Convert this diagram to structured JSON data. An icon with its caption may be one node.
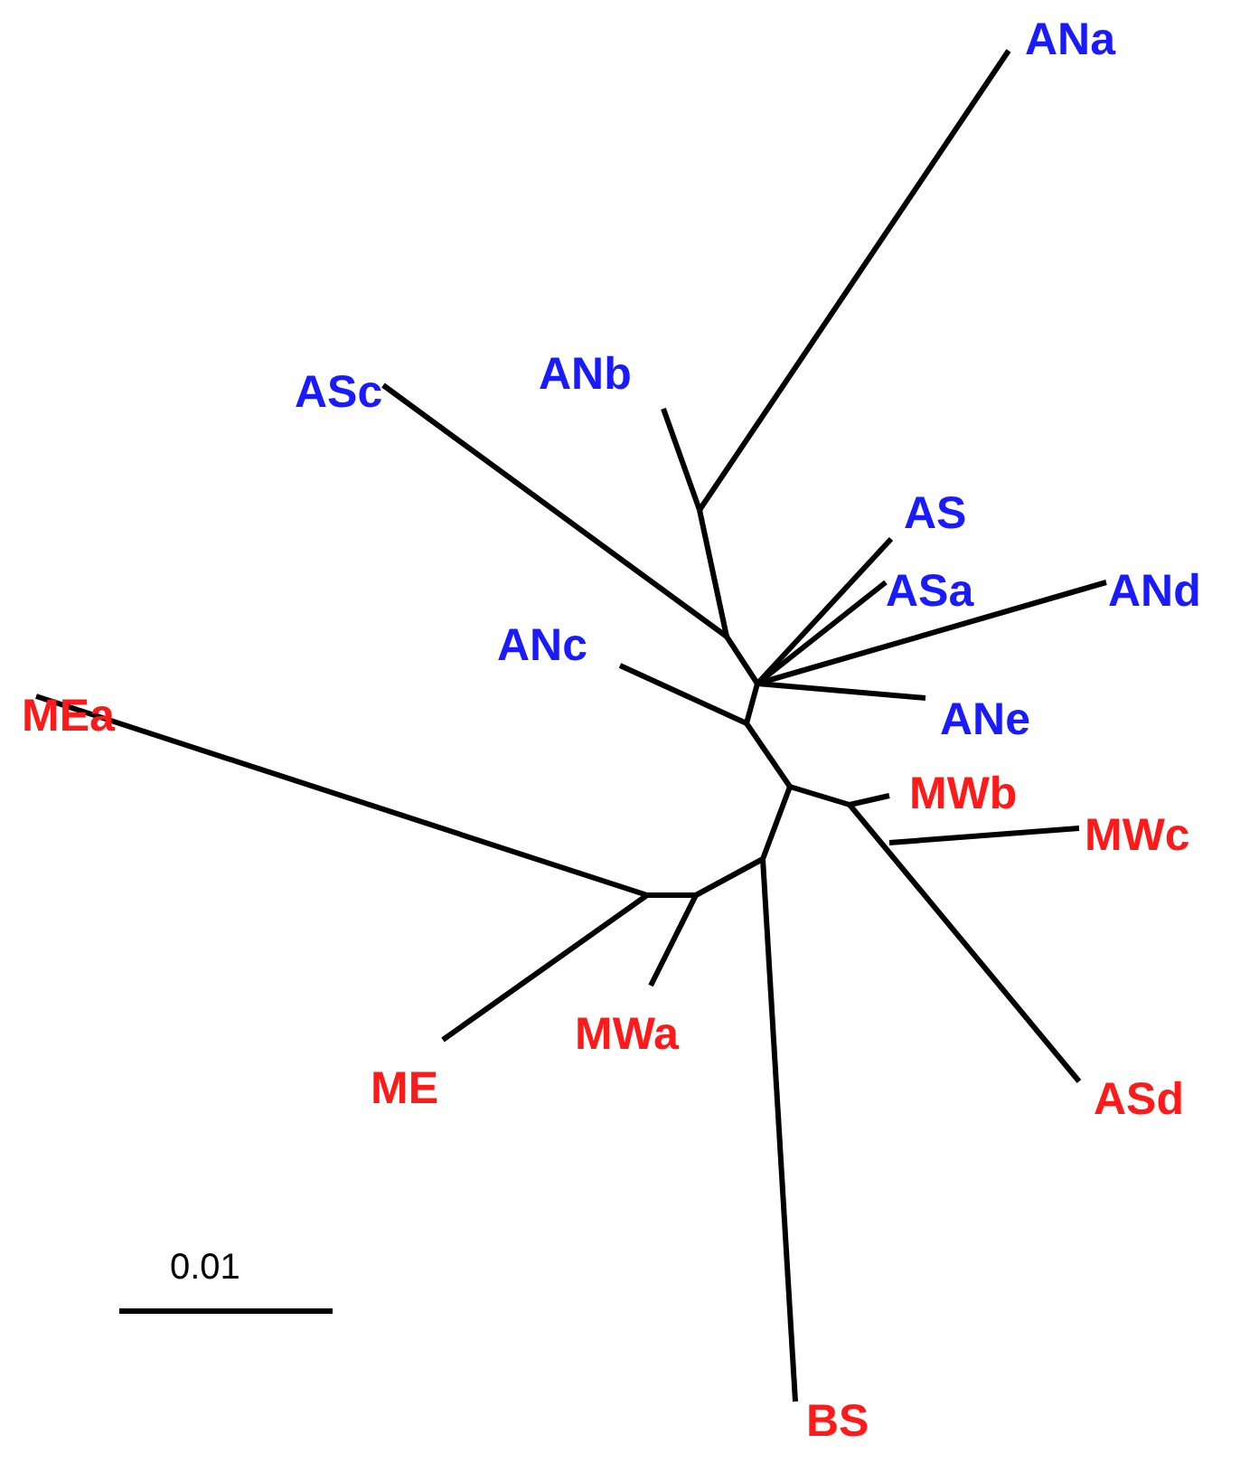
{
  "diagram": {
    "labels": [
      "ANa",
      "ANb",
      "ASc",
      "AS",
      "ASa",
      "ANd",
      "ANc",
      "ANe",
      "MEa",
      "MWb",
      "MWc",
      "ME",
      "MWa",
      "ASd",
      "BS",
      "0.01"
    ]
  }
}
